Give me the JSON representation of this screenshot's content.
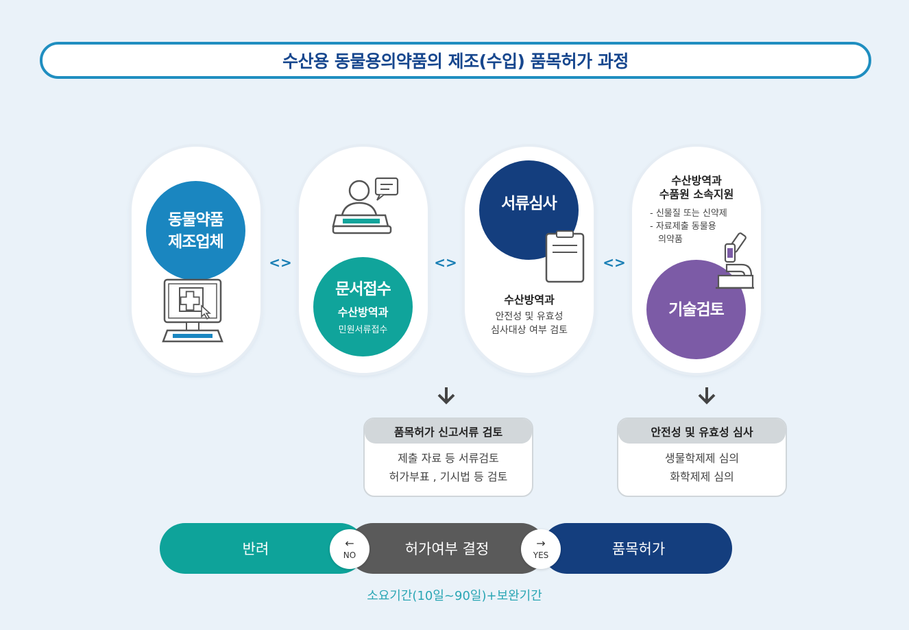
{
  "title": "수산용 동물용의약품의 제조(수입) 품목허가 과정",
  "step1": {
    "circle_line1": "동물약품",
    "circle_line2": "제조업체"
  },
  "step2": {
    "circle_title": "문서접수",
    "circle_sub": "수산방역과",
    "circle_note": "민원서류접수"
  },
  "step3": {
    "circle_title": "서류심사",
    "org": "수산방역과",
    "desc_line1": "안전성 및 유효성",
    "desc_line2": "심사대상 여부 검토"
  },
  "step4": {
    "org_line1": "수산방역과",
    "org_line2": "수품원 소속지원",
    "bullet1": "- 신물질 또는 신약제",
    "bullet2": "- 자료제출 동물용",
    "bullet2_cont": "의약품",
    "circle_title": "기술검토"
  },
  "connector_symbol": "<>",
  "box_left": {
    "header": "품목허가 신고서류 검토",
    "line1": "제출 자료 등 서류검토",
    "line2": "허가부표 , 기시법 등 검토"
  },
  "box_right": {
    "header": "안전성 및 유효성 심사",
    "line1": "생물학제제 심의",
    "line2": "화학제제 심의"
  },
  "decision": {
    "reject": "반려",
    "decide": "허가여부 결정",
    "approve": "품목허가",
    "no_arrow": "←",
    "no_label": "NO",
    "yes_arrow": "→",
    "yes_label": "YES"
  },
  "period": "소요기간(10일~90일)+보완기간",
  "colors": {
    "blue_circle": "#1a86c0",
    "teal_circle": "#10a49b",
    "navy_circle": "#143e7e",
    "purple_circle": "#7c5ba6",
    "teal_bar": "#0ea39a",
    "gray_bar": "#5a5a5a",
    "navy_bar": "#143e7e"
  }
}
